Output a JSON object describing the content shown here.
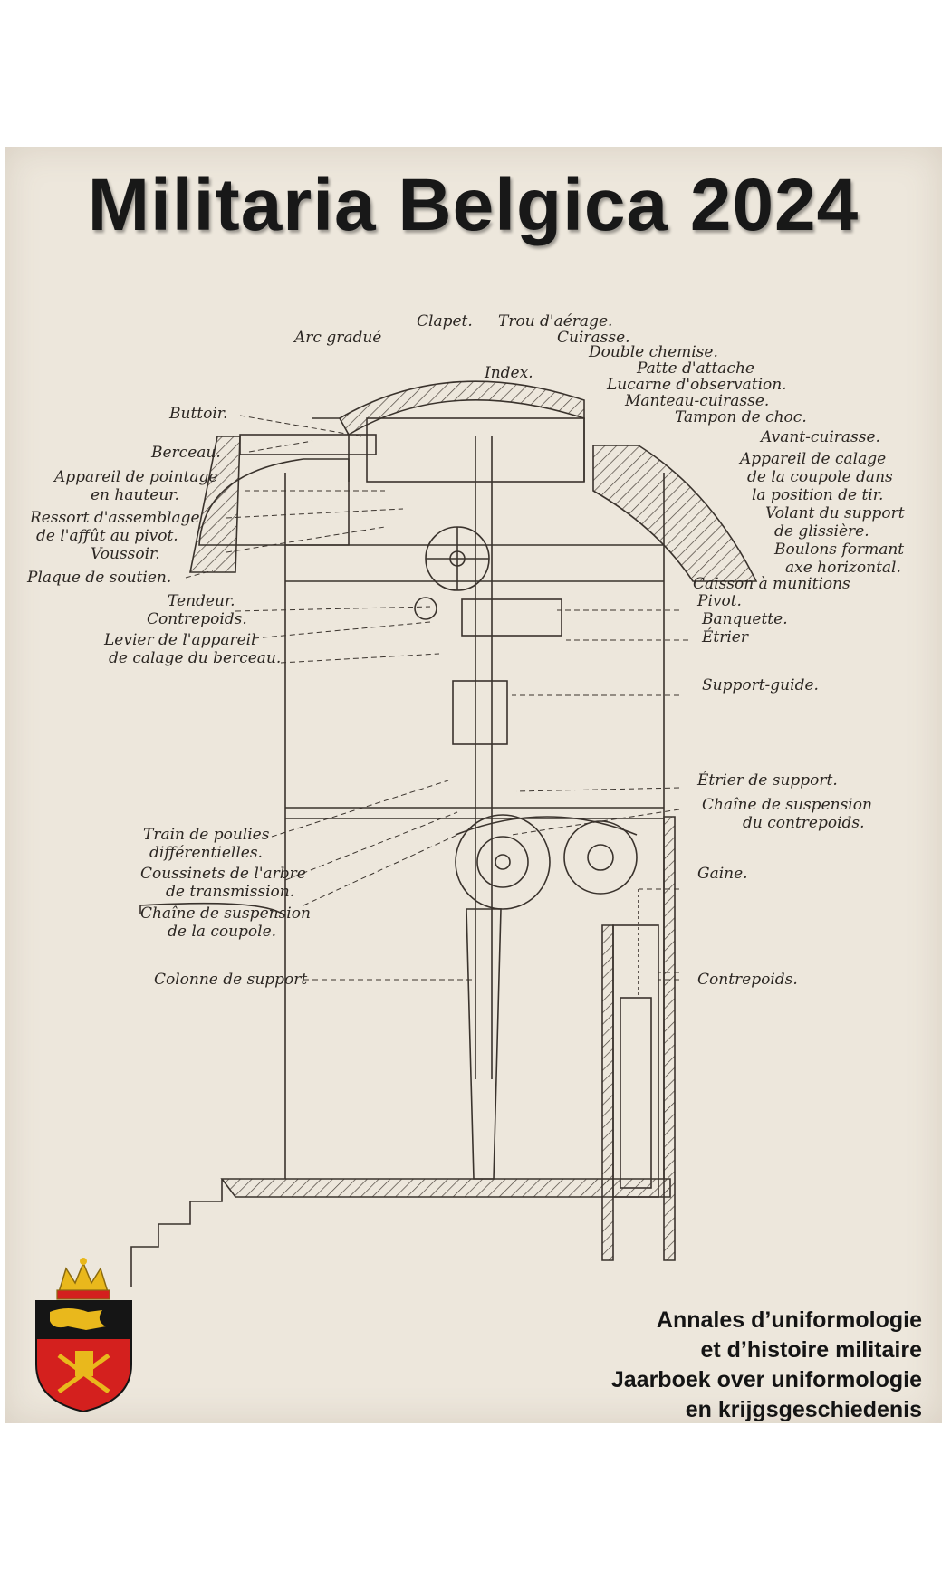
{
  "title": "Militaria Belgica 2024",
  "subtitle": [
    "Annales d’uniformologie",
    "et d’histoire militaire",
    "Jaarboek over uniformologie",
    "en krijgsgeschiedenis"
  ],
  "labels": {
    "clapet": "Clapet.",
    "trou_aerage": "Trou d'aérage.",
    "arc_gradue": "Arc gradué",
    "cuirasse": "Cuirasse.",
    "double_chemise": "Double chemise.",
    "patte_attache": "Patte d'attache",
    "index": "Index.",
    "lucarne": "Lucarne d'observation.",
    "manteau": "Manteau-cuirasse.",
    "tampon": "Tampon de choc.",
    "butoir": "Buttoir.",
    "avant_cuirasse": "Avant-cuirasse.",
    "berceau": "Berceau.",
    "appareil_calage_1": "Appareil de calage",
    "appareil_calage_2": "de la coupole dans",
    "appareil_calage_3": "la position de tir.",
    "pointage_1": "Appareil de pointage",
    "pointage_2": "en hauteur.",
    "volant_1": "Volant du support",
    "volant_2": "de glissière.",
    "ressort_1": "Ressort d'assemblage",
    "ressort_2": "de l'affût au pivot.",
    "voussoir": "Voussoir.",
    "boulons_1": "Boulons formant",
    "boulons_2": "axe horizontal.",
    "plaque": "Plaque de soutien.",
    "caisson": "Caisson à munitions",
    "tendeur": "Tendeur.",
    "pivot": "Pivot.",
    "contrepoids_l": "Contrepoids.",
    "banquette": "Banquette.",
    "levier_1": "Levier de l'appareil",
    "levier_2": "de calage du berceau.",
    "etrier": "Étrier",
    "support_guide": "Support-guide.",
    "etrier_support": "Étrier de support.",
    "chaine_contre_1": "Chaîne de suspension",
    "chaine_contre_2": "du contrepoids.",
    "train_1": "Train de poulies",
    "train_2": "différentielles.",
    "coussinets_1": "Coussinets de l'arbre",
    "coussinets_2": "de transmission.",
    "gaine": "Gaine.",
    "chaine_coupole_1": "Chaîne de suspension",
    "chaine_coupole_2": "de la coupole.",
    "colonne": "Colonne de support",
    "contrepoids_r": "Contrepoids."
  },
  "colors": {
    "paper": "#ede7dc",
    "ink": "#2b2622",
    "crest_red": "#d4201e",
    "crest_gold": "#e9b81c",
    "crest_black": "#151515"
  }
}
